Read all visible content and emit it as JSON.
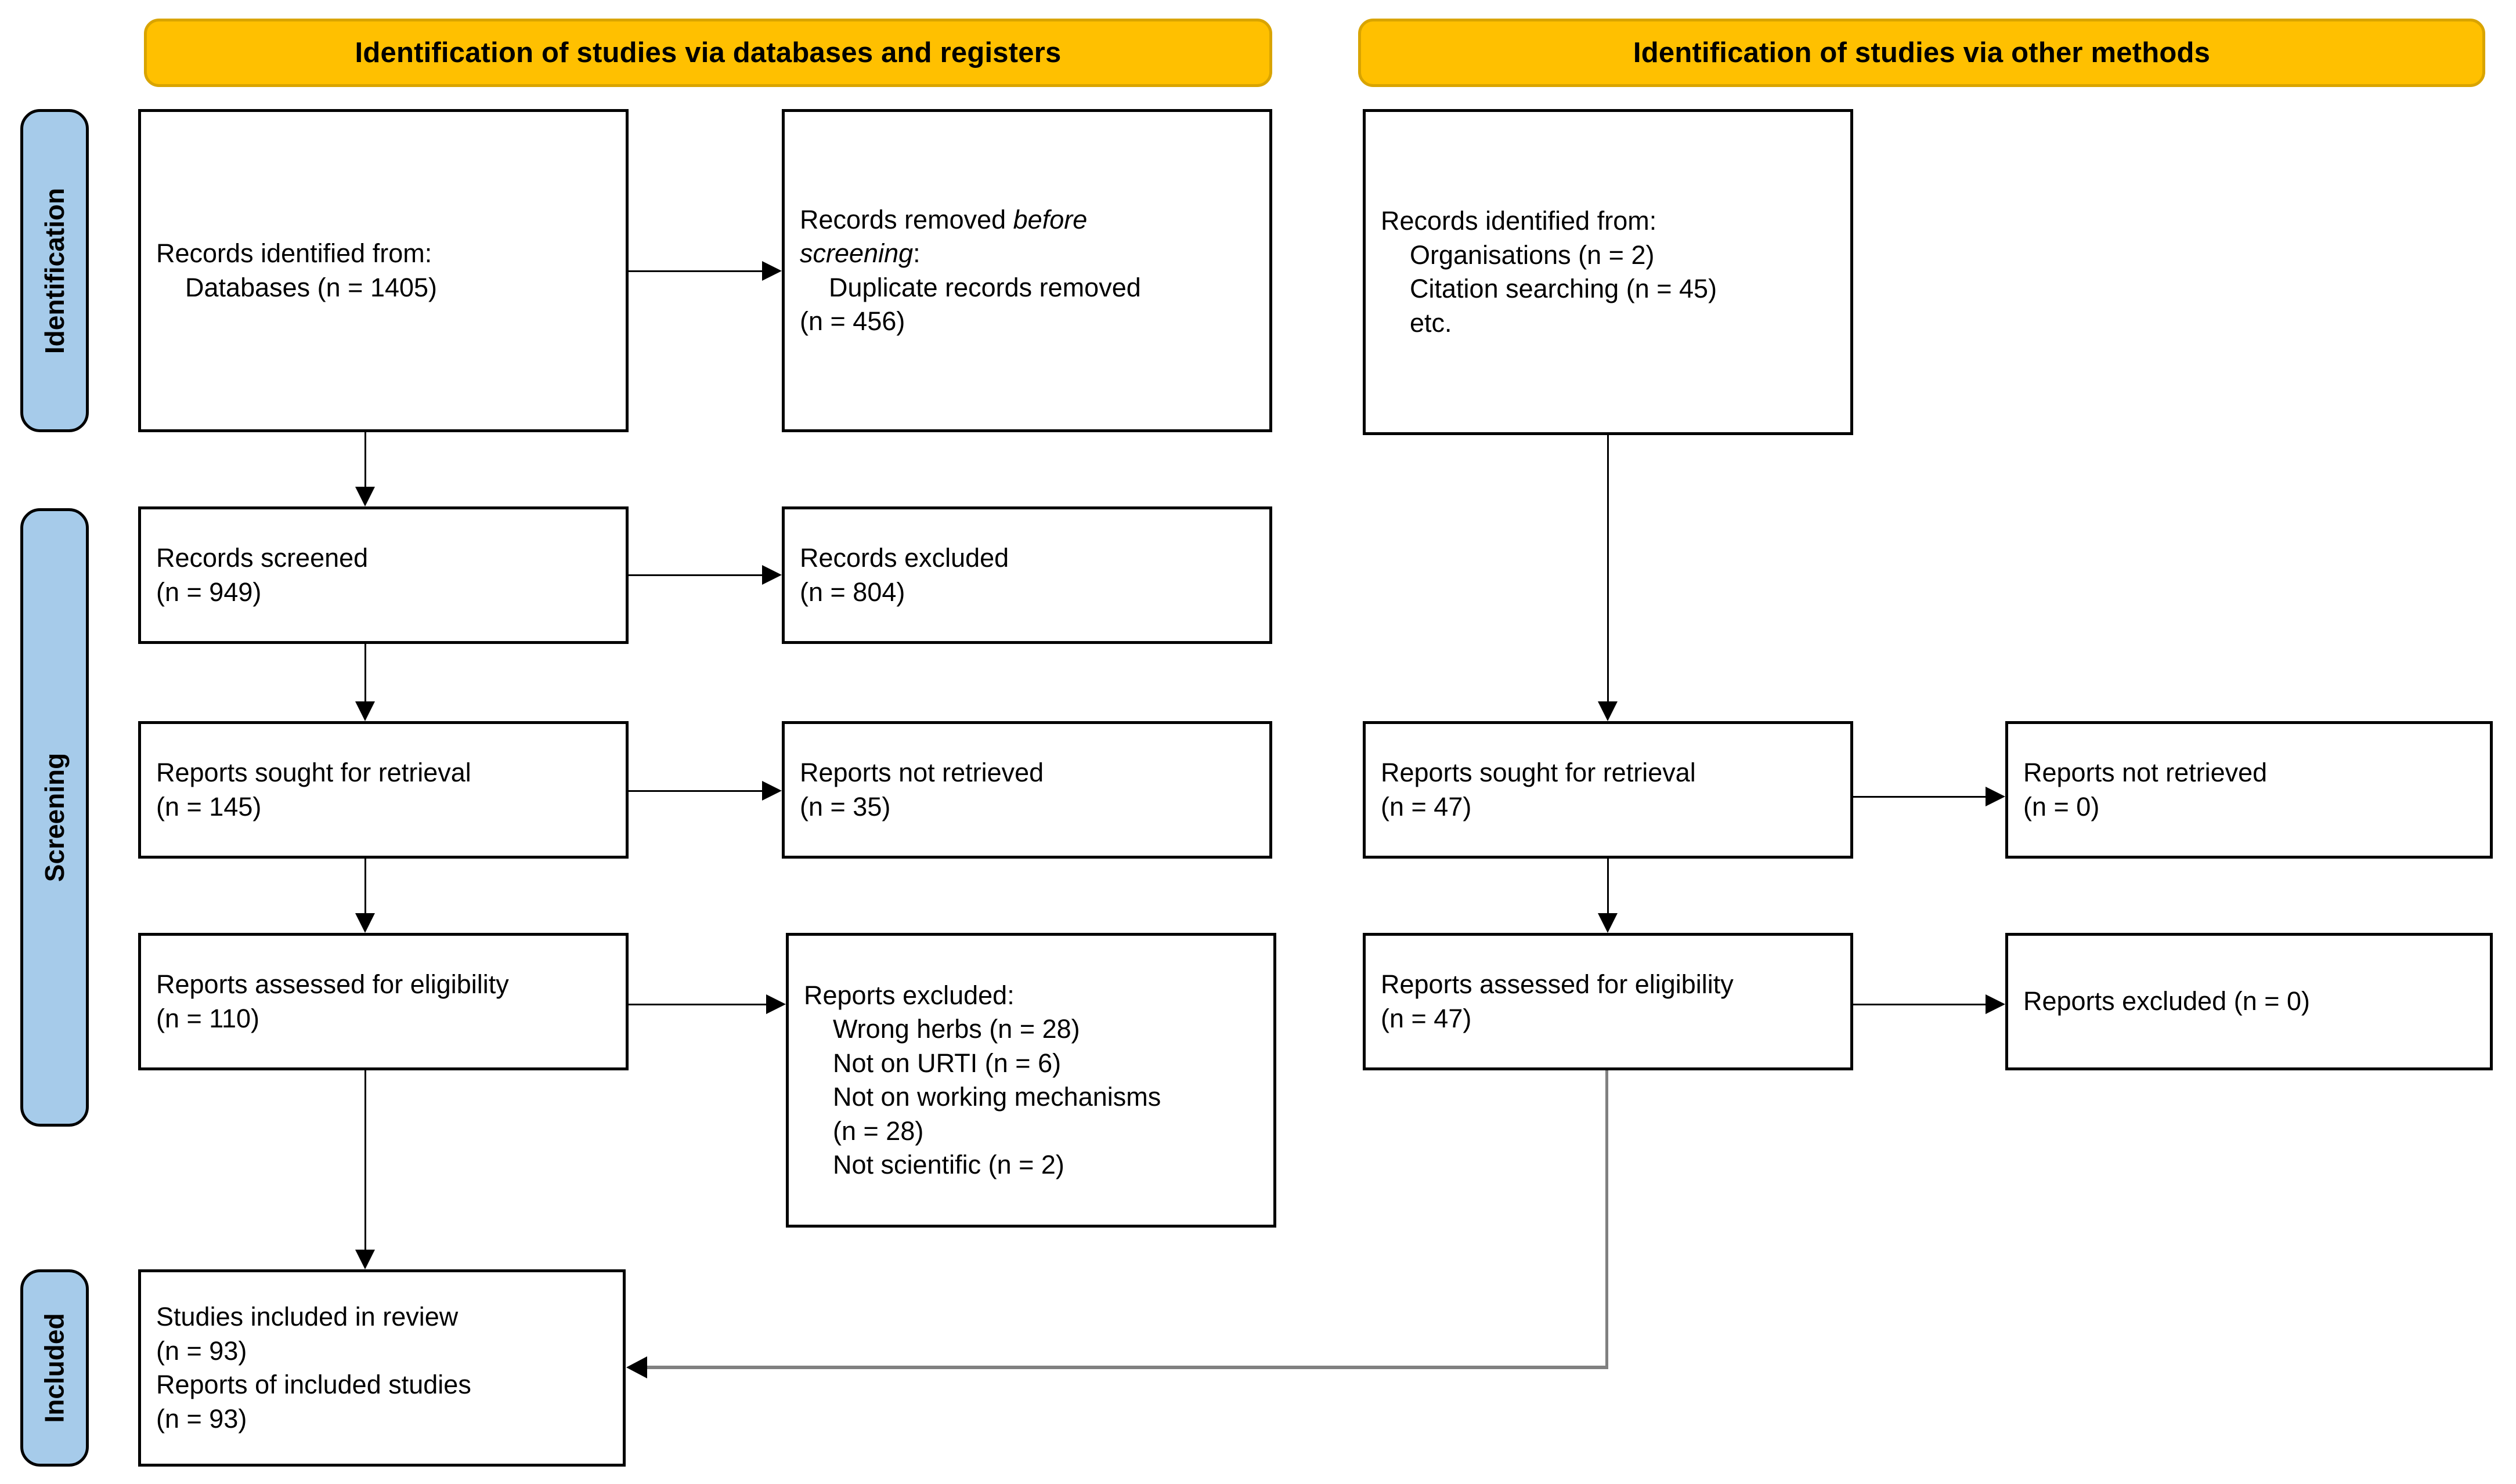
{
  "diagram": {
    "title": "PRISMA 2020 flow diagram",
    "colors": {
      "banner_fill": "#FFC000",
      "banner_border": "#D9A400",
      "phase_fill": "#A6CBEA",
      "box_border": "#000000",
      "connector": "#000000",
      "connector_grey": "#808080"
    }
  },
  "banners": {
    "databases": "Identification of studies via databases and registers",
    "other": "Identification of studies via other methods"
  },
  "phases": {
    "identification": "Identification",
    "screening": "Screening",
    "included": "Included"
  },
  "boxes": {
    "records_identified_db": "Records identified from:\n    Databases (n = 1405)",
    "records_removed": {
      "line1_a": "Records removed ",
      "line1_b": "before",
      "line2_a": "screening",
      "line2_b": ":",
      "rest": "\n    Duplicate records removed\n(n = 456)"
    },
    "records_screened": "Records screened\n(n = 949)",
    "records_excluded": "Records excluded\n(n = 804)",
    "reports_sought_db": "Reports sought for retrieval\n(n = 145)",
    "reports_not_retrieved_db": "Reports not retrieved\n(n = 35)",
    "reports_assessed_db": "Reports assessed for eligibility\n(n = 110)",
    "reports_excluded_db": "Reports excluded:\n    Wrong herbs (n = 28)\n    Not on URTI (n = 6)\n    Not on working mechanisms\n    (n = 28)\n    Not scientific (n = 2)",
    "studies_included": "Studies included in review\n(n = 93)\nReports of included studies\n(n = 93)",
    "records_identified_other": "Records identified from:\n    Organisations (n = 2)\n    Citation searching (n = 45)\n    etc.",
    "reports_sought_other": "Reports sought for retrieval\n(n = 47)",
    "reports_not_retrieved_other": "Reports not retrieved\n(n = 0)",
    "reports_assessed_other": "Reports assessed for eligibility\n(n = 47)",
    "reports_excluded_other": "Reports excluded (n = 0)"
  },
  "counts": {
    "databases_records": 1405,
    "duplicates_removed": 456,
    "records_screened": 949,
    "records_excluded": 804,
    "reports_sought_db": 145,
    "reports_not_retrieved_db": 35,
    "reports_assessed_db": 110,
    "excluded_wrong_herbs": 28,
    "excluded_not_urti": 6,
    "excluded_not_working_mechanisms": 28,
    "excluded_not_scientific": 2,
    "studies_included": 93,
    "reports_of_included_studies": 93,
    "other_organisations": 2,
    "other_citation_searching": 45,
    "reports_sought_other": 47,
    "reports_not_retrieved_other": 0,
    "reports_assessed_other": 47,
    "reports_excluded_other": 0
  }
}
